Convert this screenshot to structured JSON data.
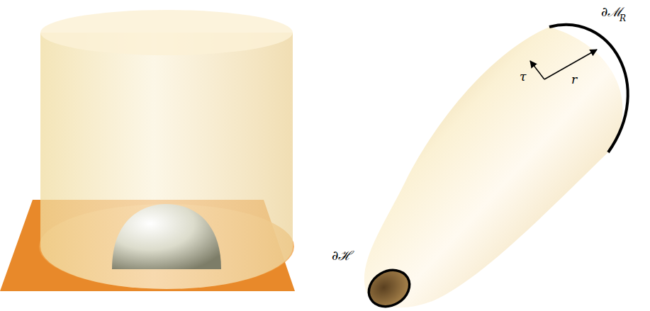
{
  "diagram": {
    "labels": [
      "∂ℋ",
      "∂ℳ",
      "R",
      "τ",
      "r"
    ]
  }
}
